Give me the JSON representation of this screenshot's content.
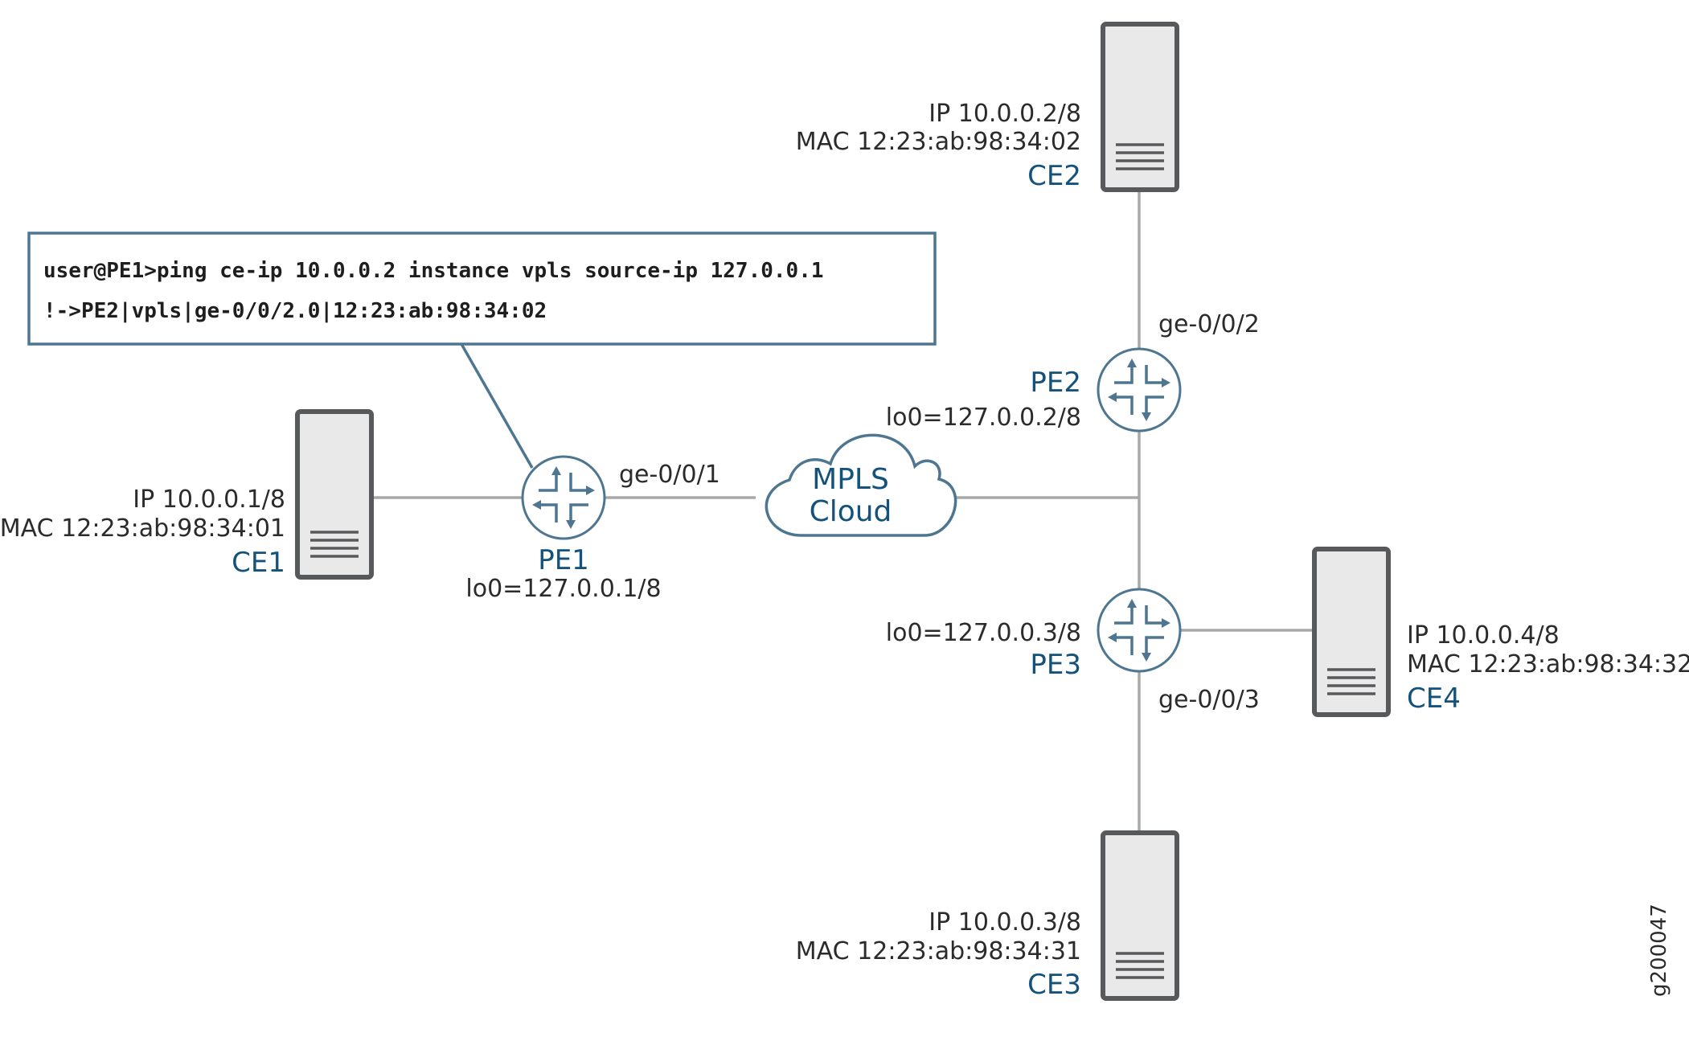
{
  "callout": {
    "command": "user@PE1>ping ce-ip 10.0.0.2 instance vpls source-ip 127.0.0.1",
    "output": "!->PE2|vpls|ge-0/0/2.0|12:23:ab:98:34:02"
  },
  "devices": {
    "ce1": {
      "name": "CE1",
      "ip": "IP 10.0.0.1/8",
      "mac": "MAC 12:23:ab:98:34:01"
    },
    "ce2": {
      "name": "CE2",
      "ip": "IP 10.0.0.2/8",
      "mac": "MAC 12:23:ab:98:34:02"
    },
    "ce3": {
      "name": "CE3",
      "ip": "IP 10.0.0.3/8",
      "mac": "MAC 12:23:ab:98:34:31"
    },
    "ce4": {
      "name": "CE4",
      "ip": "IP 10.0.0.4/8",
      "mac": "MAC 12:23:ab:98:34:32"
    },
    "pe1": {
      "name": "PE1",
      "lo": "lo0=127.0.0.1/8",
      "interface": "ge-0/0/1"
    },
    "pe2": {
      "name": "PE2",
      "lo": "lo0=127.0.0.2/8",
      "interface": "ge-0/0/2"
    },
    "pe3": {
      "name": "PE3",
      "lo": "lo0=127.0.0.3/8",
      "interface": "ge-0/0/3"
    }
  },
  "cloud": {
    "line1": "MPLS",
    "line2": "Cloud"
  },
  "figure_id": "g200047",
  "colors": {
    "accent": "#14527c",
    "router": "#4e7691",
    "server": "#58595b",
    "link": "#a8a8a8"
  },
  "icons": {
    "server": "server-icon",
    "router": "router-icon",
    "cloud": "cloud-icon"
  }
}
